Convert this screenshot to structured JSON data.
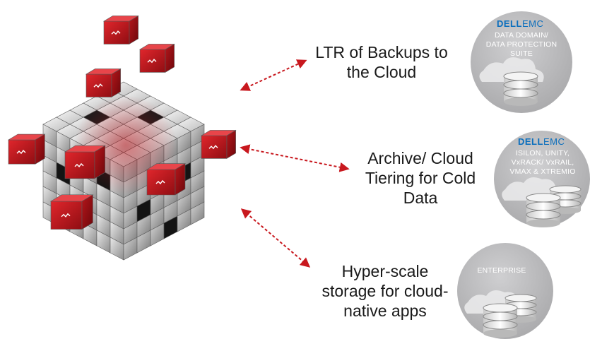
{
  "colors": {
    "accent_red": "#c8181e",
    "dell_blue": "#0a6ebd",
    "circle_gray": "#b9b9bb"
  },
  "captions": [
    {
      "lines": [
        "LTR of Backups to",
        "the Cloud"
      ]
    },
    {
      "lines": [
        "Archive/ Cloud",
        "Tiering for Cold",
        "Data"
      ]
    },
    {
      "lines": [
        "Hyper-scale",
        "storage for cloud-",
        "native apps"
      ]
    }
  ],
  "circles": [
    {
      "brand": {
        "dell": "DELL",
        "emc": "EMC"
      },
      "lines": [
        "DATA DOMAIN/",
        "DATA PROTECTION",
        "SUITE"
      ],
      "icon": "database-icon"
    },
    {
      "brand": {
        "dell": "DELL",
        "emc": "EMC"
      },
      "lines": [
        "ISILON, UNITY,",
        "VxRACK/ VxRAIL,",
        "VMAX  & XTREMIO"
      ],
      "icon": "database-cluster-icon"
    },
    {
      "brand": null,
      "lines": [
        "ENTERPRISE"
      ],
      "icon": "database-cluster-icon"
    }
  ]
}
